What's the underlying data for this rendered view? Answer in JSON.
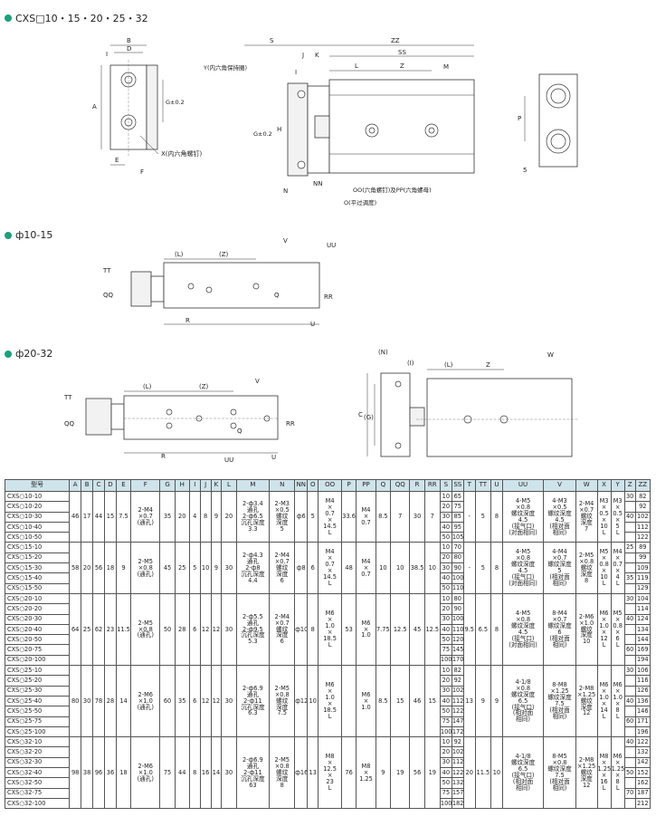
{
  "sections": {
    "main_title": "CXS□10・15・20・25・32",
    "phi_10_15": "ф10-15",
    "phi_20_32": "ф20-32"
  },
  "diagram_labels": {
    "top_left": {
      "B": "B",
      "D": "D",
      "I": "I",
      "A": "A",
      "G": "G±0.2",
      "E": "E",
      "F": "F",
      "X": "X(内六角螺钉)"
    },
    "top_mid": {
      "S": "S",
      "J": "J",
      "K": "K",
      "ZZ": "ZZ",
      "SS": "SS",
      "L": "L",
      "Z": "Z",
      "M": "M",
      "Y": "Y(内六角保持圈)",
      "I": "I",
      "H": "H",
      "G": "G±0.2",
      "N": "N",
      "NN": "NN",
      "OO": "OO(六角螺钉)及PP(六角螺母)",
      "O": "O(平过调度)"
    },
    "top_right": {
      "P": "P",
      "5": "5"
    },
    "mid": {
      "L": "(L)",
      "Z": "(Z)",
      "V": "V",
      "UU": "UU",
      "TT": "TT",
      "QQ": "QQ",
      "Q": "Q",
      "RR": "RR",
      "R": "R",
      "U": "U"
    },
    "bottom": {
      "N": "(N)",
      "I": "(I)",
      "L": "(L)",
      "Z": "Z",
      "W": "W",
      "C": "C",
      "G": "(G)",
      "Lz": "(L)",
      "Zz": "(Z)",
      "V": "V",
      "TT": "TT",
      "QQ": "QQ",
      "Q": "Q",
      "RR": "RR",
      "R": "R",
      "UU": "UU",
      "U": "U"
    }
  },
  "table": {
    "headers": [
      "型号",
      "A",
      "B",
      "C",
      "D",
      "E",
      "F",
      "G",
      "H",
      "I",
      "J",
      "K",
      "L",
      "M",
      "N",
      "NN",
      "O",
      "OO",
      "P",
      "PP",
      "Q",
      "QQ",
      "R",
      "RR",
      "S",
      "SS",
      "T",
      "TT",
      "U",
      "UU",
      "V",
      "W",
      "X",
      "Y",
      "Z",
      "ZZ"
    ],
    "groups": [
      {
        "models": [
          "CXS○10-10",
          "CXS○10-20",
          "CXS○10-30",
          "CXS○10-40",
          "CXS○10-50"
        ],
        "A": "46",
        "B": "17",
        "C": "44",
        "D": "15",
        "E": "7.5",
        "F": "2-M4\n×0.7\n(通孔)",
        "G": "35",
        "H": "20",
        "I": "4",
        "J": "8",
        "K": "9",
        "L": "20",
        "M": "2-ф3.4\n通孔\n2-ф6.5\n沉孔深度\n3.3",
        "N": "2-M3\n×0.5\n螺纹\n深度\n5",
        "NN": "ф6",
        "O": "5",
        "OO": "M4\n×\n0.7\n×\n14.5\nL",
        "P": "33.6",
        "PP": "M4\n×\n0.7",
        "Q": "8.5",
        "QQ": "7",
        "R": "30",
        "RR": "7",
        "S": [
          "10",
          "20",
          "30",
          "40",
          "50"
        ],
        "SS": [
          "65",
          "75",
          "85",
          "95",
          "105"
        ],
        "T": "-",
        "TT": "5",
        "U": "8",
        "UU": "4-M5\n×0.8\n螺纹深度\n4.5\n(接气口)\n(对面相同)",
        "V": "4-M3\n×0.5\n螺纹深度\n4.5\n(相对面\n相同)",
        "W": "2-M4\n×0.7\n螺纹\n深度\n7",
        "X": "M3\n×\n0.5\n×\n10\nL",
        "Y": "M3\n×\n0.5\n×\n5\nL",
        "Z": [
          "30",
          "",
          "40",
          "",
          ""
        ],
        "ZZ": [
          "82",
          "92",
          "102",
          "112",
          "122"
        ]
      },
      {
        "models": [
          "CXS○15-10",
          "CXS○15-20",
          "CXS○15-30",
          "CXS○15-40",
          "CXS○15-50"
        ],
        "A": "58",
        "B": "20",
        "C": "56",
        "D": "18",
        "E": "9",
        "F": "2-M5\n×0.8\n(通孔)",
        "G": "45",
        "H": "25",
        "I": "5",
        "J": "10",
        "K": "9",
        "L": "30",
        "M": "2-ф4.3\n通孔\n2-ф8\n沉孔深度\n4.4",
        "N": "2-M4\n×0.7\n螺纹\n深度\n6",
        "NN": "ф8",
        "O": "6",
        "OO": "M4\n×\n0.7\n×\n14.5\nL",
        "P": "48",
        "PP": "M4\n×\n0.7",
        "Q": "10",
        "QQ": "10",
        "R": "38.5",
        "RR": "10",
        "S": [
          "10",
          "20",
          "30",
          "40",
          "50"
        ],
        "SS": [
          "70",
          "80",
          "90",
          "100",
          "110"
        ],
        "T": "-",
        "TT": "5",
        "U": "8",
        "UU": "4-M5\n×0.8\n螺纹深度\n4.5\n(接气口)\n(对面相同)",
        "V": "4-M4\n×0.7\n螺纹深度\n5\n(相对面\n相同)",
        "W": "2-M5\n×0.8\n螺纹\n深度\n8",
        "X": "M5\n×\n0.8\n×\n10\nL",
        "Y": "M4\n×\n0.7\n×\n4\nL",
        "Z": [
          "25",
          "",
          "",
          "35",
          ""
        ],
        "ZZ": [
          "89",
          "99",
          "109",
          "119",
          "129"
        ]
      },
      {
        "models": [
          "CXS○20-10",
          "CXS○20-20",
          "CXS○20-30",
          "CXS○20-40",
          "CXS○20-50",
          "CXS○20-75",
          "CXS○20-100"
        ],
        "A": "64",
        "B": "25",
        "C": "62",
        "D": "23",
        "E": "11.5",
        "F": "2-M5\n×0.8\n(通孔)",
        "G": "50",
        "H": "28",
        "I": "6",
        "J": "12",
        "K": "12",
        "L": "30",
        "M": "2-ф5.5\n通孔\n2-ф9.5\n沉孔深度\n5.3",
        "N": "2-M4\n×0.7\n螺纹\n深度\n6",
        "NN": "ф10",
        "O": "8",
        "OO": "M6\n×\n1.0\n×\n18.5\nL",
        "P": "53",
        "PP": "M6\n×\n1.0",
        "Q": "7.75",
        "QQ": "12.5",
        "R": "45",
        "RR": "12.5",
        "S": [
          "10",
          "20",
          "30",
          "40",
          "50",
          "75",
          "100"
        ],
        "SS": [
          "80",
          "90",
          "100",
          "110",
          "120",
          "145",
          "170"
        ],
        "T": "9.5",
        "TT": "6.5",
        "U": "8",
        "UU": "4-M5\n×0.8\n螺纹深度\n4.5\n(接气口)\n(对面相同)",
        "V": "8-M4\n×0.7\n螺纹深度\n6\n(相对面\n相同)",
        "W": "2-M6\n×1.0\n螺纹\n深度\n10",
        "X": "M6\n×\n1.0\n×\n12\nL",
        "Y": "M5\n×\n0.8\n×\n6\nL",
        "Z": [
          "30",
          "",
          "40",
          "",
          "",
          "60",
          ""
        ],
        "ZZ": [
          "104",
          "114",
          "124",
          "134",
          "144",
          "169",
          "194"
        ]
      },
      {
        "models": [
          "CXS○25-10",
          "CXS○25-20",
          "CXS○25-30",
          "CXS○25-40",
          "CXS○25-50",
          "CXS○25-75",
          "CXS○25-100"
        ],
        "A": "80",
        "B": "30",
        "C": "78",
        "D": "28",
        "E": "14",
        "F": "2-M6\n×1.0\n(通孔)",
        "G": "60",
        "H": "35",
        "I": "6",
        "J": "12",
        "K": "12",
        "L": "30",
        "M": "2-ф6.9\n通孔\n2-ф11\n沉孔深度\n6.3",
        "N": "2-M5\n×0.8\n螺纹\n深度\n7.5",
        "NN": "ф12",
        "O": "10",
        "OO": "M6\n×\n1.0\n×\n18.5\nL",
        "P": "",
        "PP": "M6\n×\n1.0",
        "Q": "8.5",
        "QQ": "15",
        "R": "46",
        "RR": "15",
        "S": [
          "10",
          "20",
          "30",
          "40",
          "50",
          "75",
          "100"
        ],
        "SS": [
          "82",
          "92",
          "102",
          "112",
          "122",
          "147",
          "172"
        ],
        "T": "13",
        "TT": "9",
        "U": "9",
        "UU": "4-1/8\n×0.8\n螺纹深度\n6.5\n(接气口)\n(相对面\n相同)",
        "V": "8-M8\n×1.25\n螺纹深度\n7.5\n(相对面\n相同)",
        "W": "2-M8\n×1.25\n螺纹\n深度\n12",
        "X": "M6\n×\n1.0\n×\n14\nL",
        "Y": "M6\n×\n1.0\n×\n8\nL",
        "Z": [
          "30",
          "",
          "",
          "40",
          "",
          "60",
          ""
        ],
        "ZZ": [
          "106",
          "116",
          "126",
          "136",
          "146",
          "171",
          "196"
        ]
      },
      {
        "models": [
          "CXS○32-10",
          "CXS○32-20",
          "CXS○32-30",
          "CXS○32-40",
          "CXS○32-50",
          "CXS○32-75",
          "CXS○32-100"
        ],
        "A": "98",
        "B": "38",
        "C": "96",
        "D": "36",
        "E": "18",
        "F": "2-M6\n×1.0\n(通孔)",
        "G": "75",
        "H": "44",
        "I": "8",
        "J": "16",
        "K": "14",
        "L": "30",
        "M": "2-ф6.9\n通孔\n2-ф11\n沉孔深度\n63",
        "N": "2-M5\n×0.8\n螺纹\n深度\n8",
        "NN": "ф16",
        "O": "13",
        "OO": "M8\n×\n12.5\n×\n23\nL",
        "P": "76",
        "PP": "M8\n×\n1.25",
        "Q": "9",
        "QQ": "19",
        "R": "56",
        "RR": "19",
        "S": [
          "10",
          "20",
          "30",
          "40",
          "50",
          "75",
          "100"
        ],
        "SS": [
          "92",
          "102",
          "112",
          "122",
          "132",
          "157",
          "182"
        ],
        "T": "20",
        "TT": "11.5",
        "U": "10",
        "UU": "4-1/8\n螺纹深度\n6.5\n(接气口)\n(相对面\n相同)",
        "V": "8-M5\n×0.8\n螺纹深度\n7.5\n(相对面\n相同)",
        "W": "2-M8\n×1.25\n螺纹\n深度\n12",
        "X": "M8\n×\n1.25\n×\n16\nL",
        "Y": "M6\n×\n1.25\n×\n8\nL",
        "Z": [
          "40",
          "",
          "",
          "50",
          "",
          "70",
          ""
        ],
        "ZZ": [
          "122",
          "132",
          "142",
          "152",
          "162",
          "187",
          "212"
        ]
      }
    ]
  }
}
